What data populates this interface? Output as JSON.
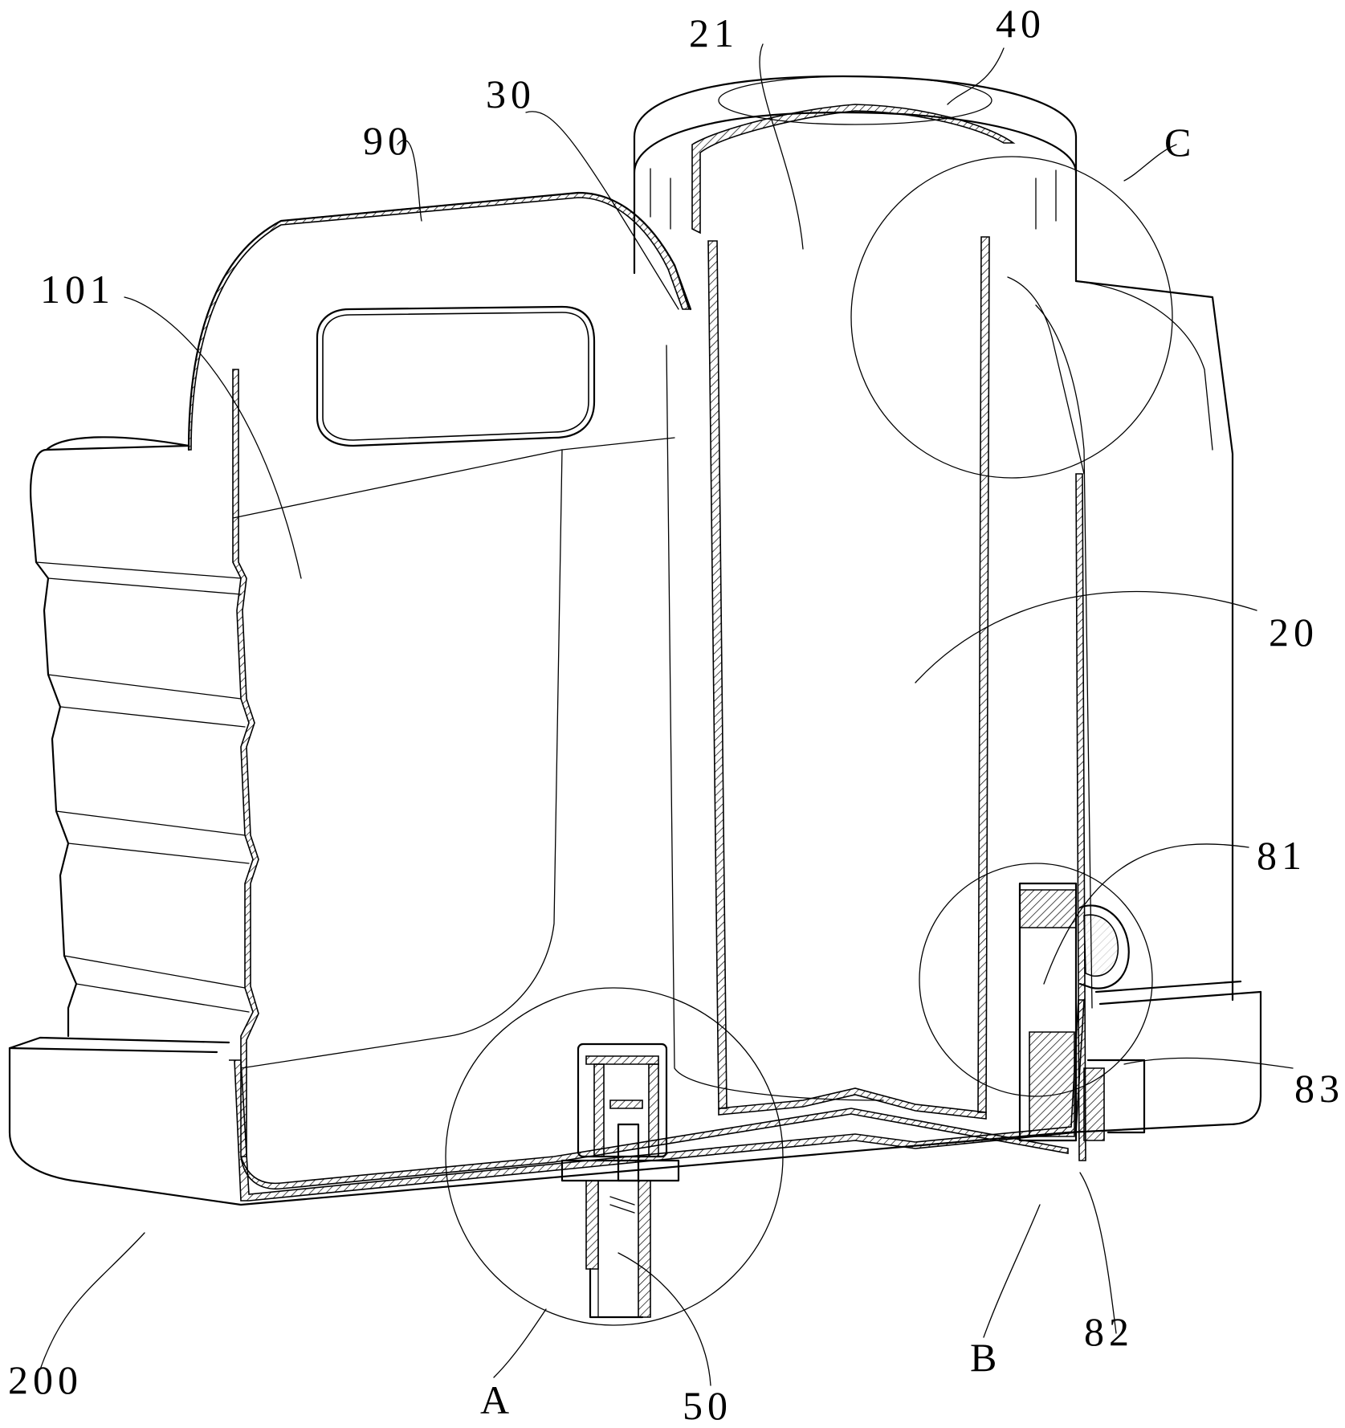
{
  "figure": {
    "labels": {
      "l21": "21",
      "l40": "40",
      "l30": "30",
      "l90": "90",
      "lC": "C",
      "l101": "101",
      "l20": "20",
      "l81": "81",
      "l83": "83",
      "l200": "200",
      "lA": "A",
      "l50": "50",
      "lB": "B",
      "l82": "82"
    }
  }
}
